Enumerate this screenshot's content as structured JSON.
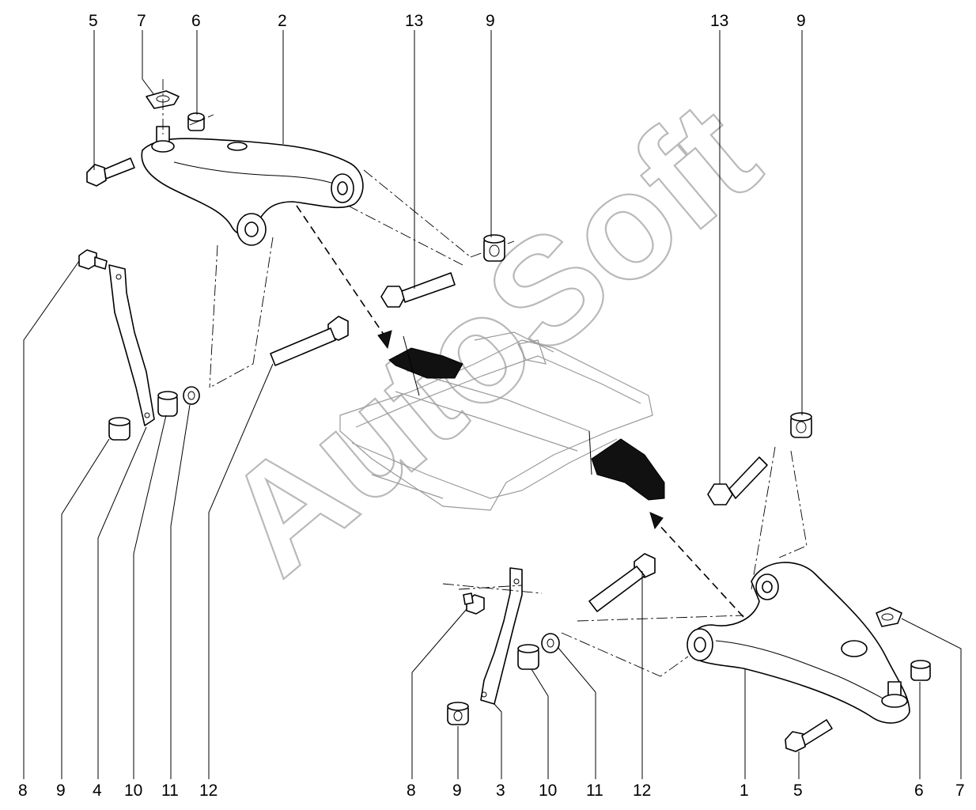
{
  "watermark": "AutoSoft",
  "callouts_top": [
    "5",
    "7",
    "6",
    "2",
    "13",
    "9",
    "13",
    "9"
  ],
  "callouts_bottom_left": [
    "8",
    "9",
    "4",
    "10",
    "11",
    "12"
  ],
  "callouts_bottom_right": [
    "8",
    "9",
    "3",
    "10",
    "11",
    "12",
    "1",
    "5",
    "6",
    "7"
  ]
}
